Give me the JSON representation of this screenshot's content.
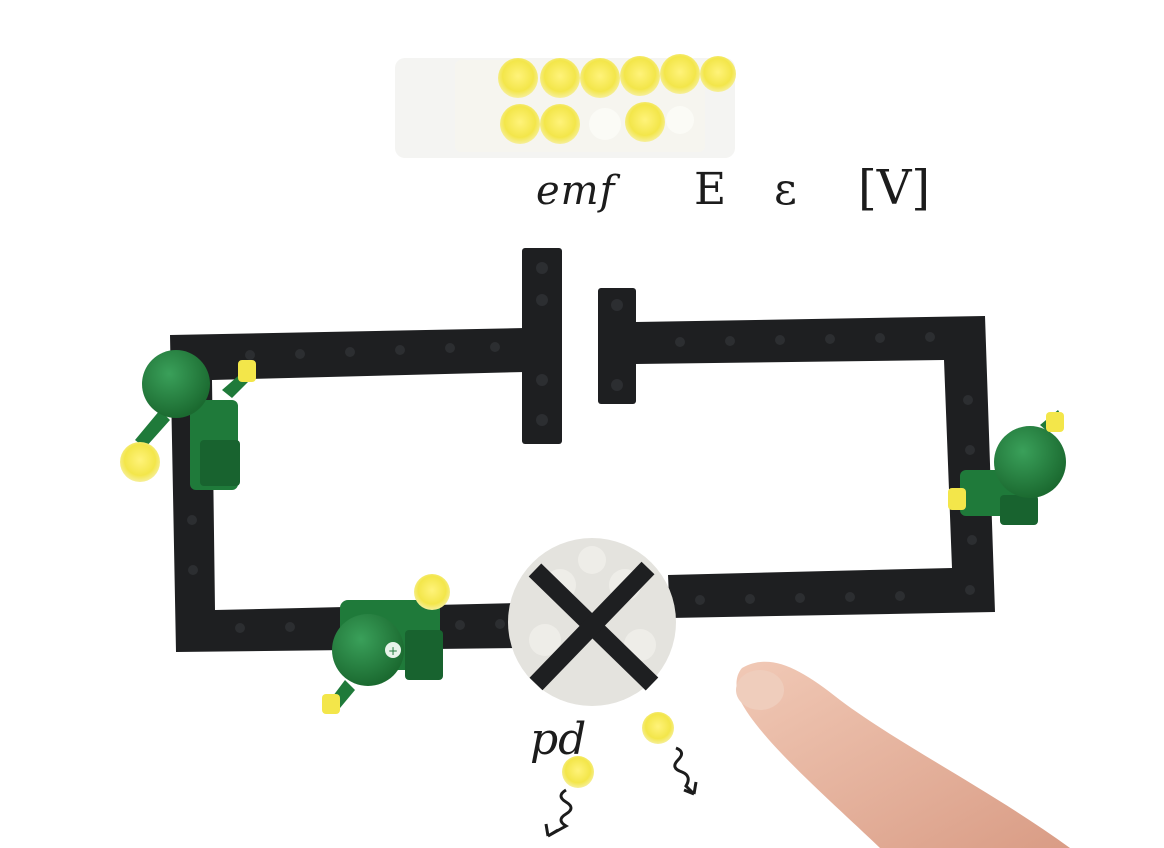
{
  "labels": {
    "emf": "emf",
    "symbol_E": "E",
    "symbol_epsilon": "ε",
    "unit": "[V]",
    "pd": "pd"
  },
  "colors": {
    "background": "#ffffff",
    "brick_black": "#1e1f21",
    "minifig_green": "#1f7a3a",
    "energy_yellow": "#f3e64a",
    "bulb_grey": "#e4e3de",
    "finger_skin": "#e8b7a2"
  }
}
